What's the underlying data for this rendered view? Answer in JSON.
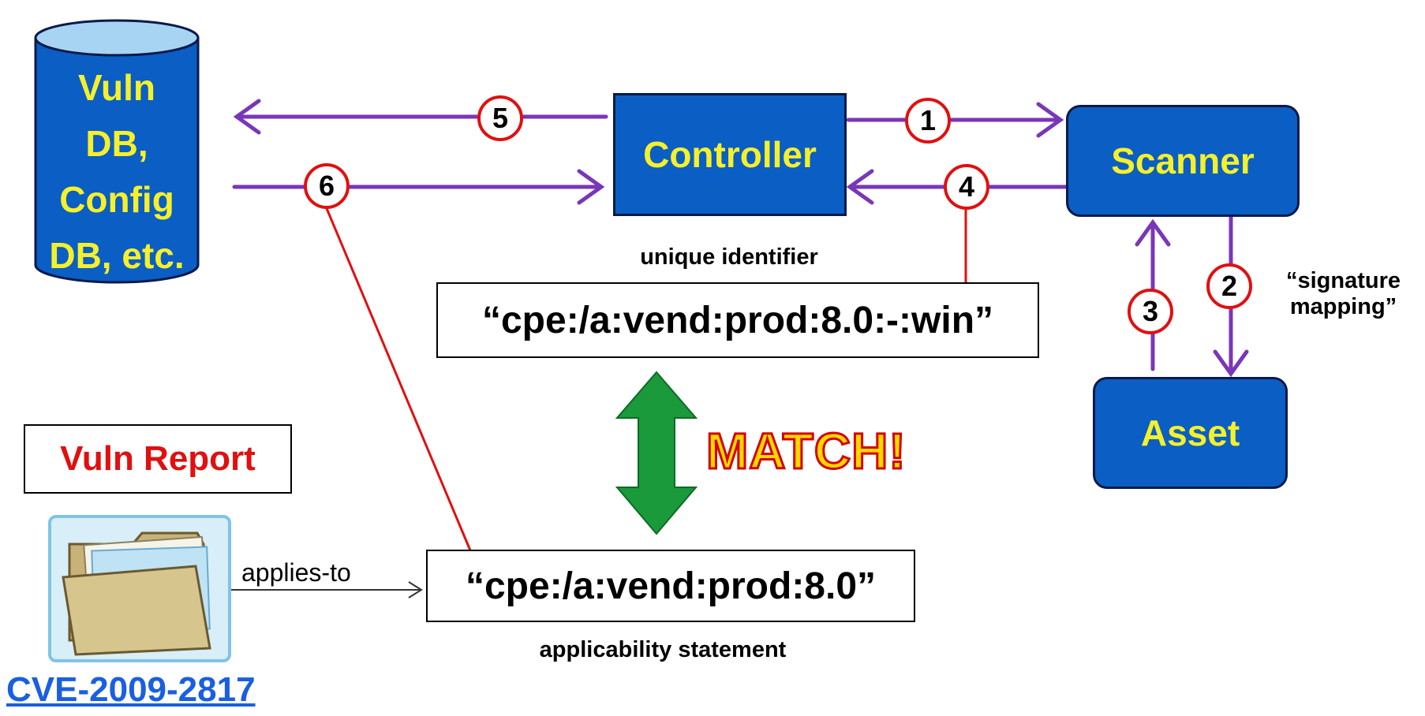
{
  "nodes": {
    "vuln_db": {
      "line1": "Vuln",
      "line2": "DB,",
      "line3": "Config",
      "line4": "DB, etc."
    },
    "controller": "Controller",
    "scanner": "Scanner",
    "asset": "Asset"
  },
  "steps": [
    "1",
    "2",
    "3",
    "4",
    "5",
    "6"
  ],
  "unique_identifier": {
    "caption": "unique identifier",
    "value": "“cpe:/a:vend:prod:8.0:-:win”"
  },
  "applicability_statement": {
    "caption": "applicability statement",
    "value": "“cpe:/a:vend:prod:8.0”"
  },
  "signature_mapping": {
    "line1": "“signature",
    "line2": "mapping”"
  },
  "match_label": "MATCH!",
  "vuln_report": "Vuln Report",
  "applies_to": "applies-to",
  "cve_link": "CVE-2009-2817",
  "colors": {
    "node_fill": "#0a5ec4",
    "node_text": "#f5f02a",
    "arrow_purple": "#7a36b8",
    "connector_red": "#e01010",
    "match_arrow_green": "#1a9a3a",
    "link_blue": "#1a5fe0"
  }
}
